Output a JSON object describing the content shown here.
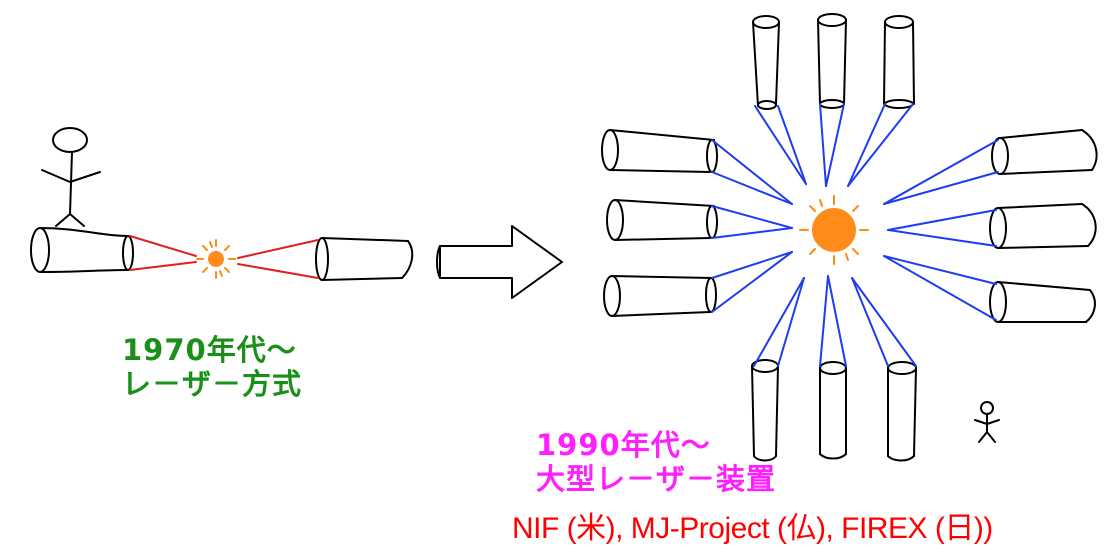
{
  "labels": {
    "era_1970_line1": "1970年代～",
    "era_1970_line2": "レ－ザ－方式",
    "era_1990_line1": "1990年代～",
    "era_1990_line2": "大型レ－ザ－装置",
    "projects": "NIF (米), MJ-Project (仏), FIREX (日))"
  },
  "colors": {
    "era_1970": "#1a8f1a",
    "era_1990": "#ff1fff",
    "projects": "#ff0000",
    "target": "#ff8c1a",
    "beam_small": "#e02020",
    "beam_large": "#1e3cf0",
    "outline": "#000000"
  },
  "icons": [
    "stick-figure",
    "laser-cylinder",
    "arrow-right",
    "target-sphere"
  ]
}
